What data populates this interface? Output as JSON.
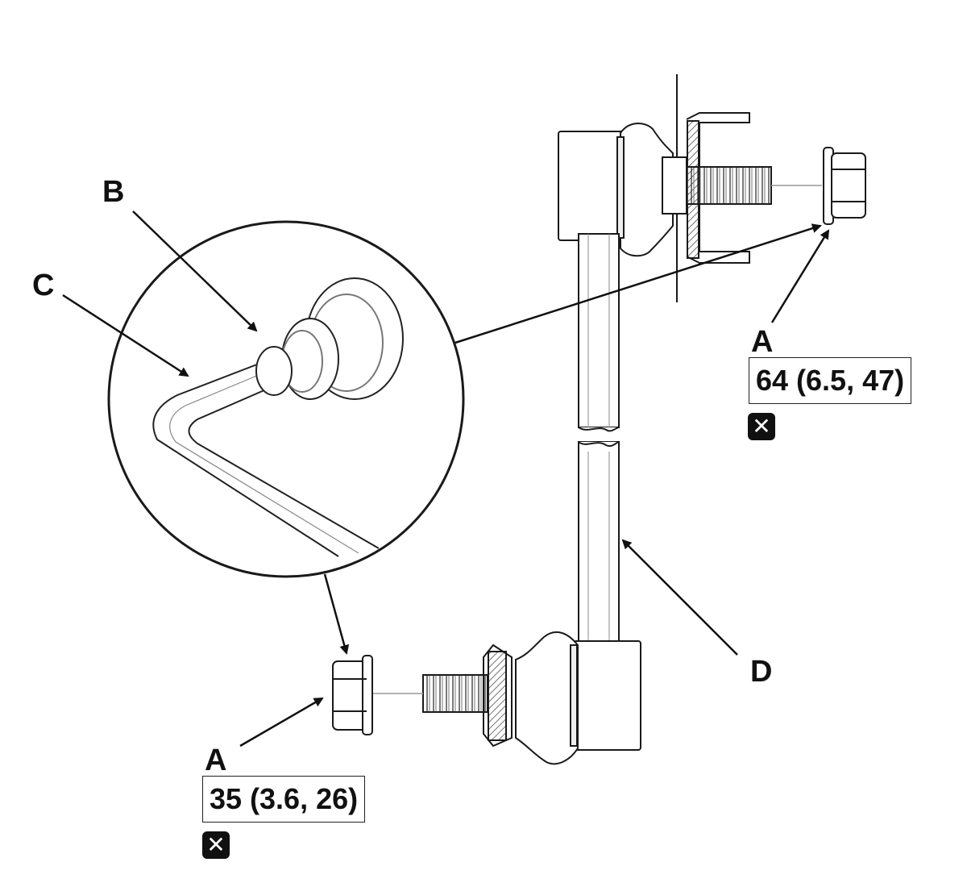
{
  "callouts": {
    "a_upper": "A",
    "a_lower": "A",
    "b": "B",
    "c": "C",
    "d": "D"
  },
  "torque": {
    "upper": "64 (6.5, 47)",
    "lower": "35 (3.6, 26)"
  },
  "icons": {
    "replace": "replace-part-icon",
    "replace_glyph": "✕"
  },
  "colors": {
    "line": "#1a1a1a",
    "detail": "#555555",
    "background": "#ffffff"
  }
}
